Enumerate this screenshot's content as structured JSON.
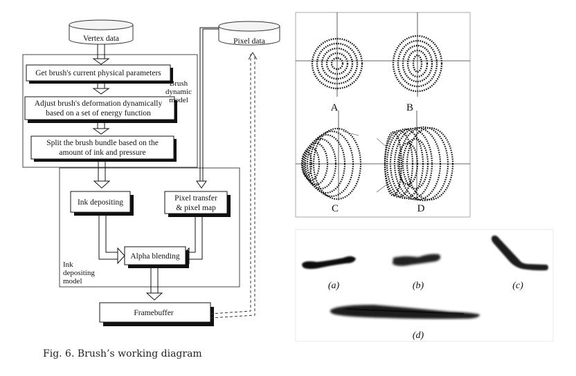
{
  "flowchart": {
    "vertex_data": "Vertex data",
    "pixel_data": "Pixel data",
    "step1": "Get brush's current physical parameters",
    "step2_line1": "Adjust brush's deformation dynamically",
    "step2_line2": "based on a set of energy function",
    "step3_line1": "Split the brush bundle based on the",
    "step3_line2": "amount of ink and pressure",
    "brush_model_line1": "Brush",
    "brush_model_line2": "dynamic",
    "brush_model_line3": "model",
    "ink_depositing": "Ink depositing",
    "pixel_transfer_line1": "Pixel transfer",
    "pixel_transfer_line2": "& pixel map",
    "alpha_blending": "Alpha blending",
    "ink_model_line1": "Ink",
    "ink_model_line2": "depositing",
    "ink_model_line3": "model",
    "framebuffer": "Framebuffer"
  },
  "deformation_panels": {
    "labels": [
      "A",
      "B",
      "C",
      "D"
    ]
  },
  "stroke_samples": {
    "labels": [
      "(a)",
      "(b)",
      "(c)",
      "(d)"
    ]
  },
  "caption": "Fig. 6. Brush’s working diagram"
}
